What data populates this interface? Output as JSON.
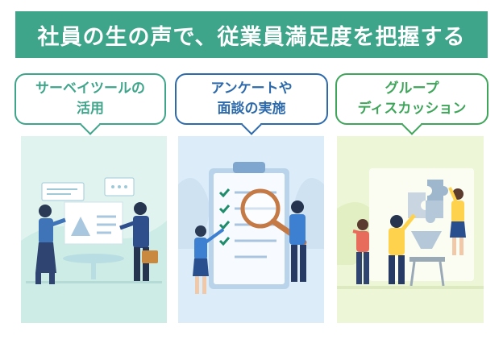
{
  "title": "社員の生の声で、従業員満足度を把握する",
  "methods": [
    {
      "line1": "サーベイツールの",
      "line2": "活用",
      "color": "#3fa58a",
      "bg": "#dff3ef"
    },
    {
      "line1": "アンケートや",
      "line2": "面談の実施",
      "color": "#2d6aab",
      "bg": "#dcecf8"
    },
    {
      "line1": "グループ",
      "line2": "ディスカッション",
      "color": "#3fa55a",
      "bg": "#eef6d8"
    }
  ],
  "icons": [
    "presentation-illustration",
    "checklist-magnifier-illustration",
    "puzzle-teamwork-illustration"
  ]
}
